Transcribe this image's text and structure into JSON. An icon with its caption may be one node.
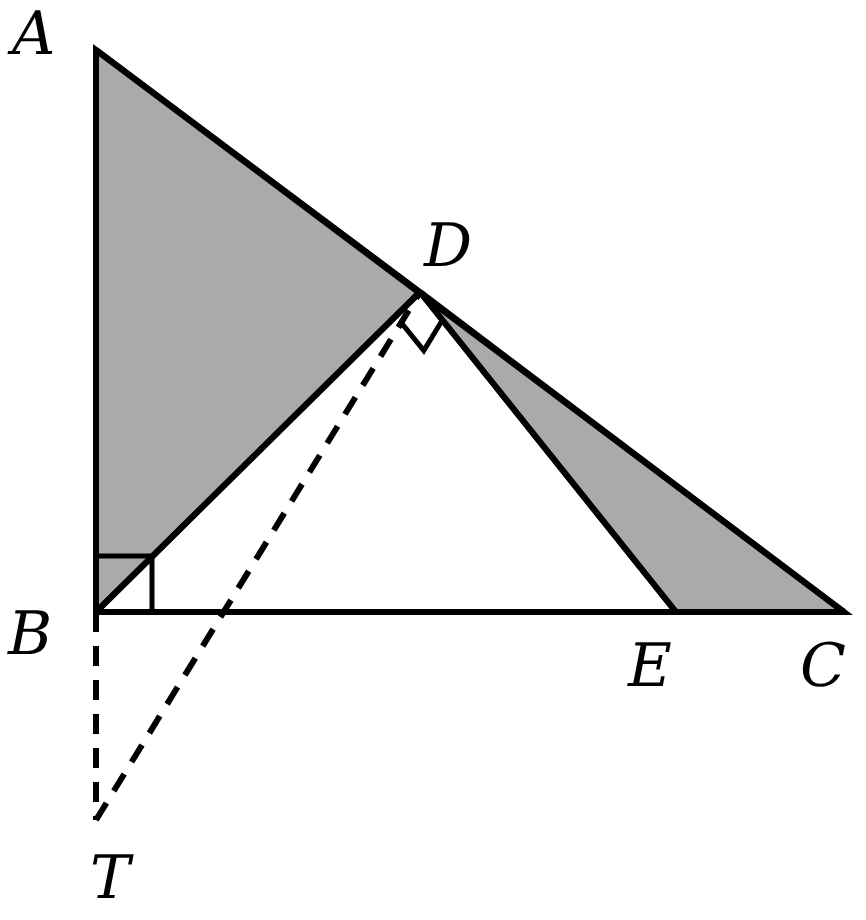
{
  "diagram": {
    "labels": [
      "A",
      "D",
      "B",
      "E",
      "C",
      "T"
    ]
  }
}
